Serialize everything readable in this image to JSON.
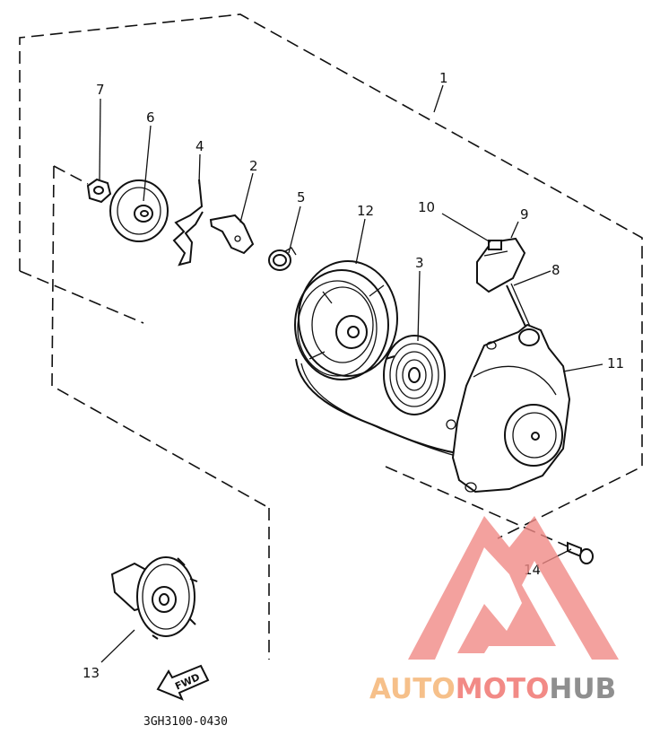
{
  "callouts": {
    "p1": "1",
    "p2": "2",
    "p3": "3",
    "p4": "4",
    "p5": "5",
    "p6": "6",
    "p7": "7",
    "p8": "8",
    "p9": "9",
    "p10": "10",
    "p11": "11",
    "p12": "12",
    "p13": "13",
    "p14": "14"
  },
  "fwd_label": "FWD",
  "diagram_code": "3GH3100-0430",
  "watermark": {
    "text_part1": "AUTO",
    "text_part2": "MOTO",
    "text_part3": "HUB",
    "color_part1": "#f6c08a",
    "color_part2": "#f28a86",
    "color_part3": "#8f8f8f",
    "logo_color": "#f08a86"
  }
}
